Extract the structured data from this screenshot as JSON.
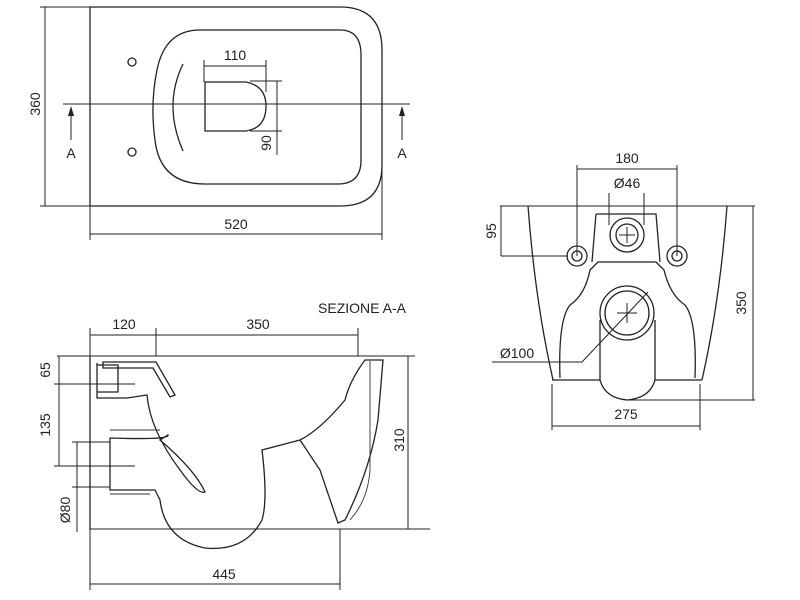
{
  "top_view": {
    "dims": {
      "length": "520",
      "width": "360",
      "hole_width": "110",
      "hole_depth": "90"
    },
    "section_mark_left": "A",
    "section_mark_right": "A"
  },
  "section_view": {
    "title": "SEZIONE A-A",
    "dims": {
      "d120": "120",
      "d350": "350",
      "d65": "65",
      "d135": "135",
      "d80": "Ø80",
      "d310": "310",
      "d445": "445"
    }
  },
  "front_view": {
    "dims": {
      "d180": "180",
      "d46": "Ø46",
      "d95": "95",
      "d350": "350",
      "d100": "Ø100",
      "d275": "275"
    }
  }
}
